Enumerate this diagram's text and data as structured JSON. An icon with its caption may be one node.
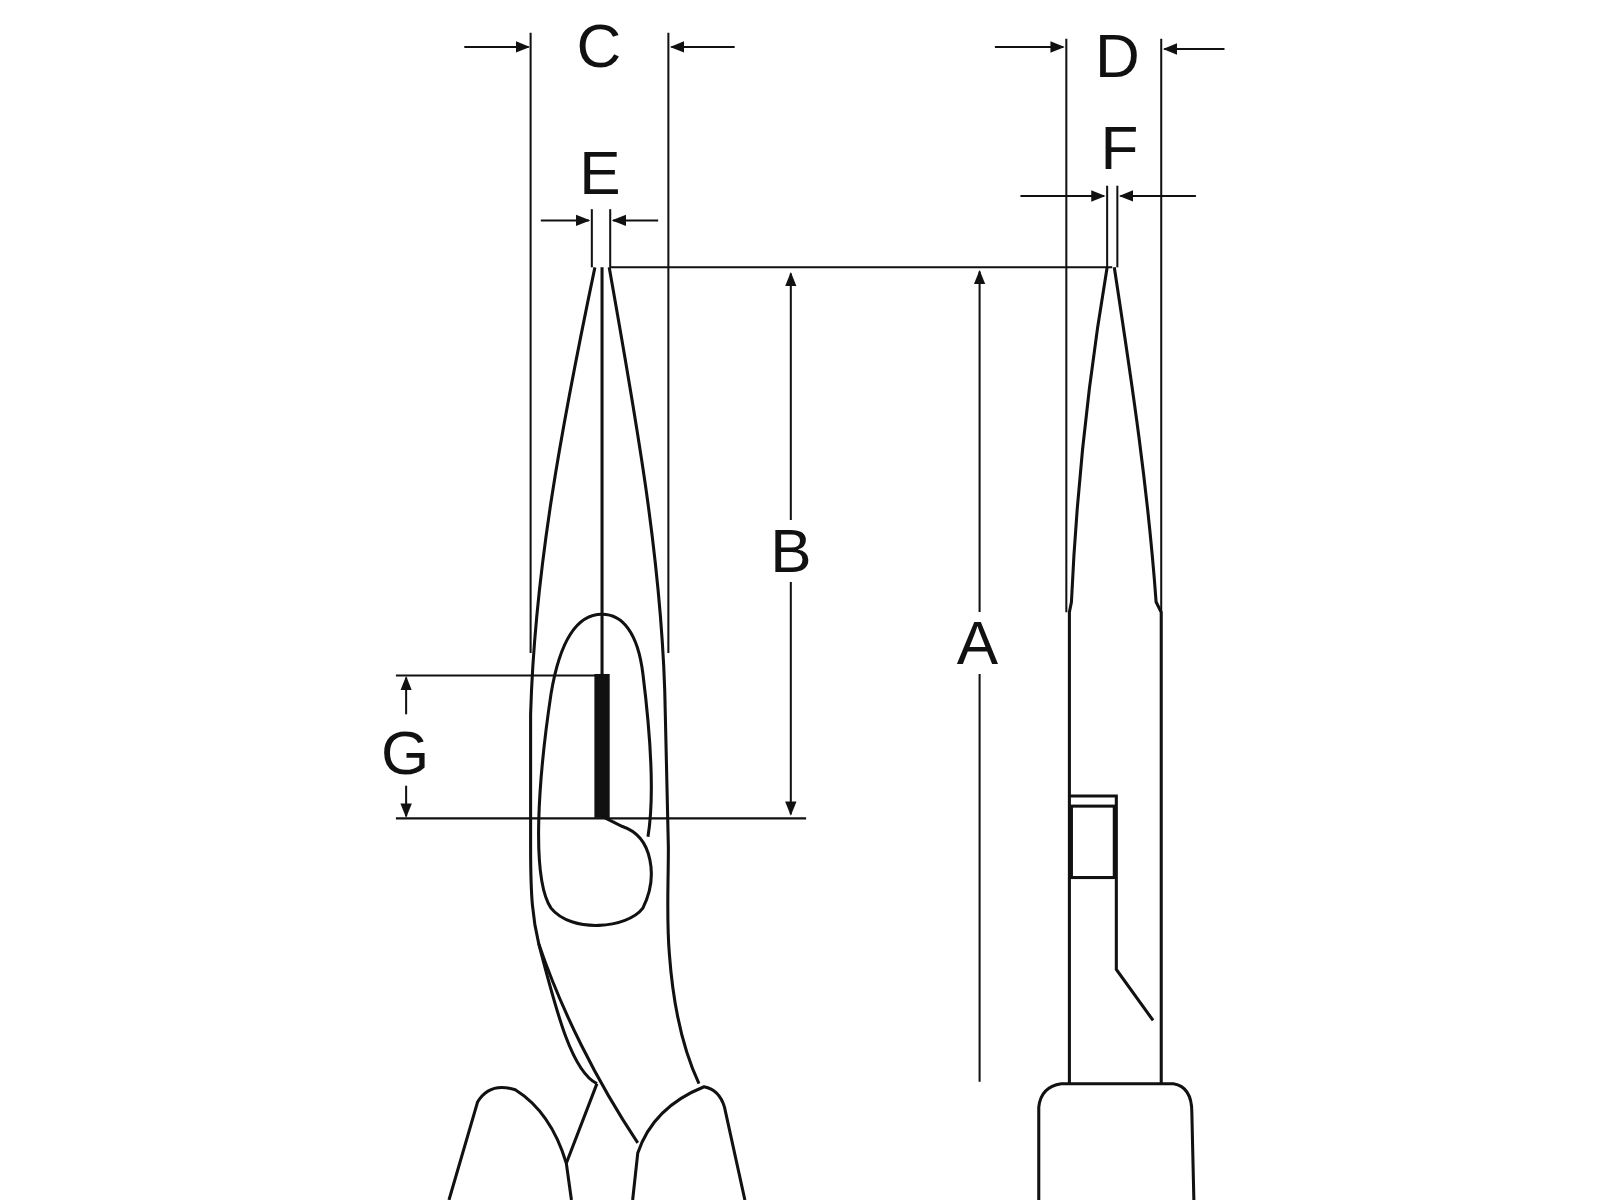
{
  "diagram": {
    "labels": [
      "C",
      "D",
      "E",
      "F",
      "B",
      "A",
      "G"
    ]
  }
}
